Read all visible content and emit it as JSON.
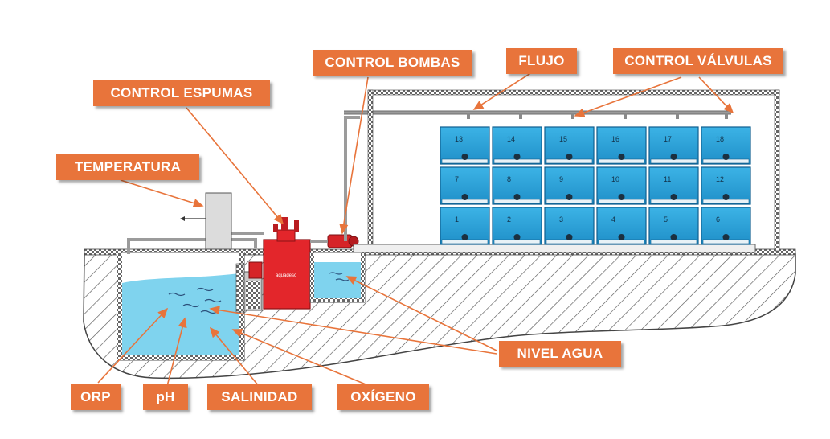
{
  "labels": {
    "control_bombas": "CONTROL BOMBAS",
    "flujo": "FLUJO",
    "control_valvulas": "CONTROL VÁLVULAS",
    "control_espumas": "CONTROL ESPUMAS",
    "temperatura": "TEMPERATURA",
    "nivel_agua": "NIVEL AGUA",
    "orp": "ORP",
    "ph": "pH",
    "salinidad": "SALINIDAD",
    "oxigeno": "OXÍGENO"
  },
  "skimmer_brand": "aquadesc",
  "tanks": {
    "row_top": [
      "13",
      "14",
      "15",
      "16",
      "17",
      "18"
    ],
    "row_mid": [
      "7",
      "8",
      "9",
      "10",
      "11",
      "12"
    ],
    "row_bottom": [
      "1",
      "2",
      "3",
      "4",
      "5",
      "6"
    ]
  },
  "colors": {
    "label_bg": "#e8743b",
    "water": "#7fd3ee",
    "tank": "#2aa6dd",
    "skimmer": "#e3262b"
  }
}
